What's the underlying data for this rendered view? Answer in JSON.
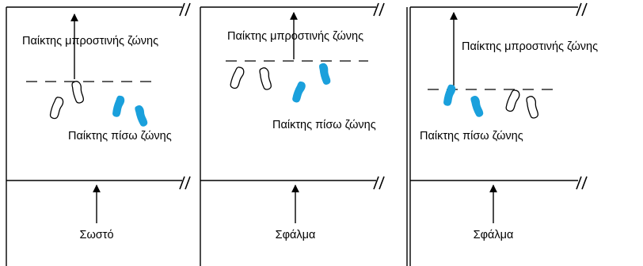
{
  "panels": [
    {
      "front_label": "Παίκτης μπροστινής ζώνης",
      "back_label": "Παίκτης πίσω ζώνης",
      "verdict": "Σωστό"
    },
    {
      "front_label": "Παίκτης μπροστινής ζώνης",
      "back_label": "Παίκτης πίσω ζώνης",
      "verdict": "Σφάλμα"
    },
    {
      "front_label": "Παίκτης μπροστινής ζώνης",
      "back_label": "Παίκτης πίσω ζώνης",
      "verdict": "Σφάλμα"
    }
  ],
  "colors": {
    "line": "#000000",
    "highlighted_foot": "#1aa0dc",
    "outline_foot": "#000000"
  },
  "icons": {
    "break_mark": "double-slash",
    "foot": "footprint-sole"
  }
}
